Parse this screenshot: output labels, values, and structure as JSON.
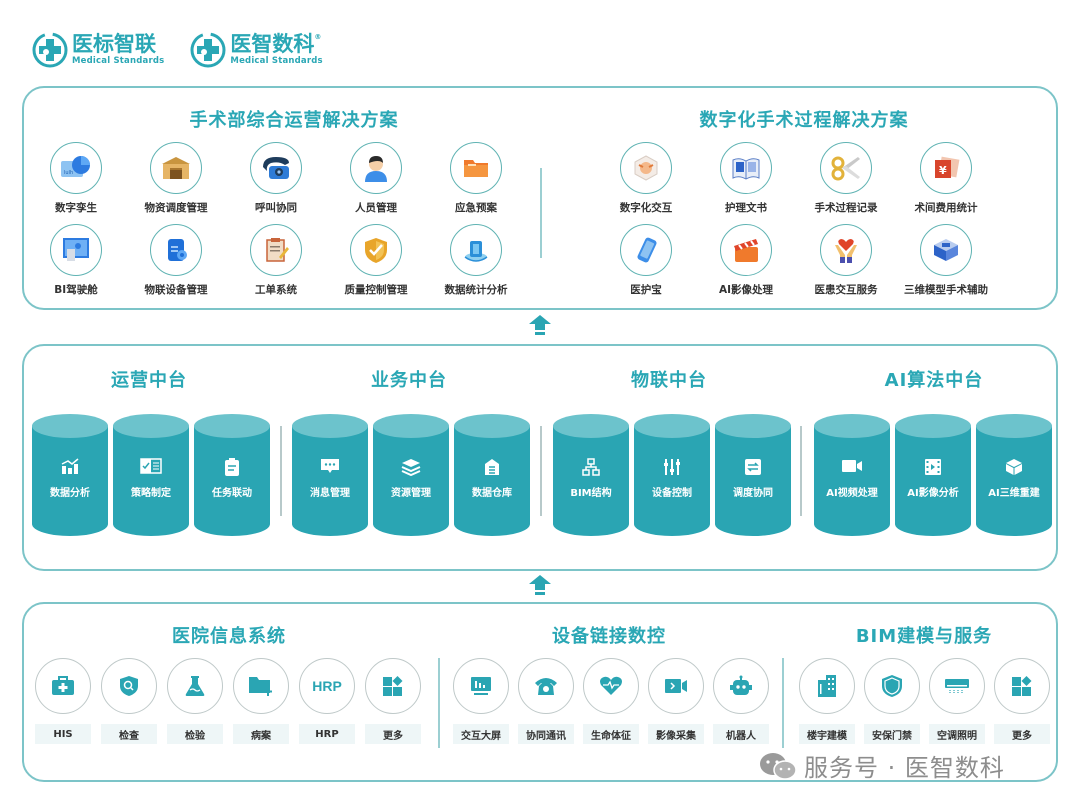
{
  "logos": [
    {
      "cn": "医标智联",
      "en": "Medical Standards",
      "registered": false
    },
    {
      "cn": "医智数科",
      "en": "Medical Standards",
      "registered": true,
      "reg_mark": "®"
    }
  ],
  "top_panel": {
    "left_title": "手术部综合运营解决方案",
    "left_items": [
      {
        "label": "数字孪生",
        "icon": "digital-twin-icon"
      },
      {
        "label": "物资调度管理",
        "icon": "warehouse-icon"
      },
      {
        "label": "呼叫协同",
        "icon": "telephone-icon"
      },
      {
        "label": "人员管理",
        "icon": "person-icon"
      },
      {
        "label": "应急预案",
        "icon": "folder-icon"
      },
      {
        "label": "BI驾驶舱",
        "icon": "dashboard-screen-icon"
      },
      {
        "label": "物联设备管理",
        "icon": "iot-device-icon"
      },
      {
        "label": "工单系统",
        "icon": "clipboard-icon"
      },
      {
        "label": "质量控制管理",
        "icon": "shield-check-icon"
      },
      {
        "label": "数据统计分析",
        "icon": "data-stats-icon"
      }
    ],
    "right_title": "数字化手术过程解决方案",
    "right_items": [
      {
        "label": "数字化交互",
        "icon": "digital-interaction-icon"
      },
      {
        "label": "护理文书",
        "icon": "open-book-icon"
      },
      {
        "label": "手术过程记录",
        "icon": "scissors-icon"
      },
      {
        "label": "术间费用统计",
        "icon": "fee-card-icon"
      },
      {
        "label": "医护宝",
        "icon": "phone-icon"
      },
      {
        "label": "AI影像处理",
        "icon": "clapperboard-icon"
      },
      {
        "label": "医患交互服务",
        "icon": "heart-hands-icon"
      },
      {
        "label": "三维模型手术辅助",
        "icon": "3d-model-icon"
      }
    ]
  },
  "middle_panel": {
    "groups": [
      {
        "title": "运营中台",
        "items": [
          {
            "label": "数据分析",
            "icon": "bar-chart-icon"
          },
          {
            "label": "策略制定",
            "icon": "checklist-icon"
          },
          {
            "label": "任务联动",
            "icon": "clipboard-icon"
          }
        ]
      },
      {
        "title": "业务中台",
        "items": [
          {
            "label": "消息管理",
            "icon": "chat-bubble-icon"
          },
          {
            "label": "资源管理",
            "icon": "layers-icon"
          },
          {
            "label": "数据仓库",
            "icon": "warehouse-icon"
          }
        ]
      },
      {
        "title": "物联中台",
        "items": [
          {
            "label": "BIM结构",
            "icon": "hierarchy-icon"
          },
          {
            "label": "设备控制",
            "icon": "sliders-icon"
          },
          {
            "label": "调度协同",
            "icon": "swap-icon"
          }
        ]
      },
      {
        "title": "AI算法中台",
        "items": [
          {
            "label": "AI视频处理",
            "icon": "video-camera-icon"
          },
          {
            "label": "AI影像分析",
            "icon": "film-icon"
          },
          {
            "label": "AI三维重建",
            "icon": "cube-icon"
          }
        ]
      }
    ]
  },
  "bottom_panel": {
    "groups": [
      {
        "title": "医院信息系统",
        "items": [
          {
            "label": "HIS",
            "icon": "medical-kit-icon"
          },
          {
            "label": "检查",
            "icon": "shield-search-icon"
          },
          {
            "label": "检验",
            "icon": "flask-icon"
          },
          {
            "label": "病案",
            "icon": "folder-add-icon"
          },
          {
            "label": "HRP",
            "icon": "hrp-text-icon",
            "icon_text": "HRP"
          },
          {
            "label": "更多",
            "icon": "more-apps-icon"
          }
        ]
      },
      {
        "title": "设备链接数控",
        "items": [
          {
            "label": "交互大屏",
            "icon": "monitor-icon"
          },
          {
            "label": "协同通讯",
            "icon": "telephone-icon"
          },
          {
            "label": "生命体征",
            "icon": "heartbeat-icon"
          },
          {
            "label": "影像采集",
            "icon": "video-camera-icon"
          },
          {
            "label": "机器人",
            "icon": "robot-icon"
          }
        ]
      },
      {
        "title": "BIM建模与服务",
        "items": [
          {
            "label": "楼宇建模",
            "icon": "building-icon"
          },
          {
            "label": "安保门禁",
            "icon": "shield-icon"
          },
          {
            "label": "空调照明",
            "icon": "air-conditioner-icon"
          },
          {
            "label": "更多",
            "icon": "more-apps-icon"
          }
        ]
      }
    ]
  },
  "watermark": {
    "text": "服务号 · 医智数科"
  },
  "colors": {
    "accent": "#2aa7b5",
    "cylinder": "#2aa5b3",
    "cylinder_top": "#6cc3cc",
    "border": "#7cc4c8"
  }
}
